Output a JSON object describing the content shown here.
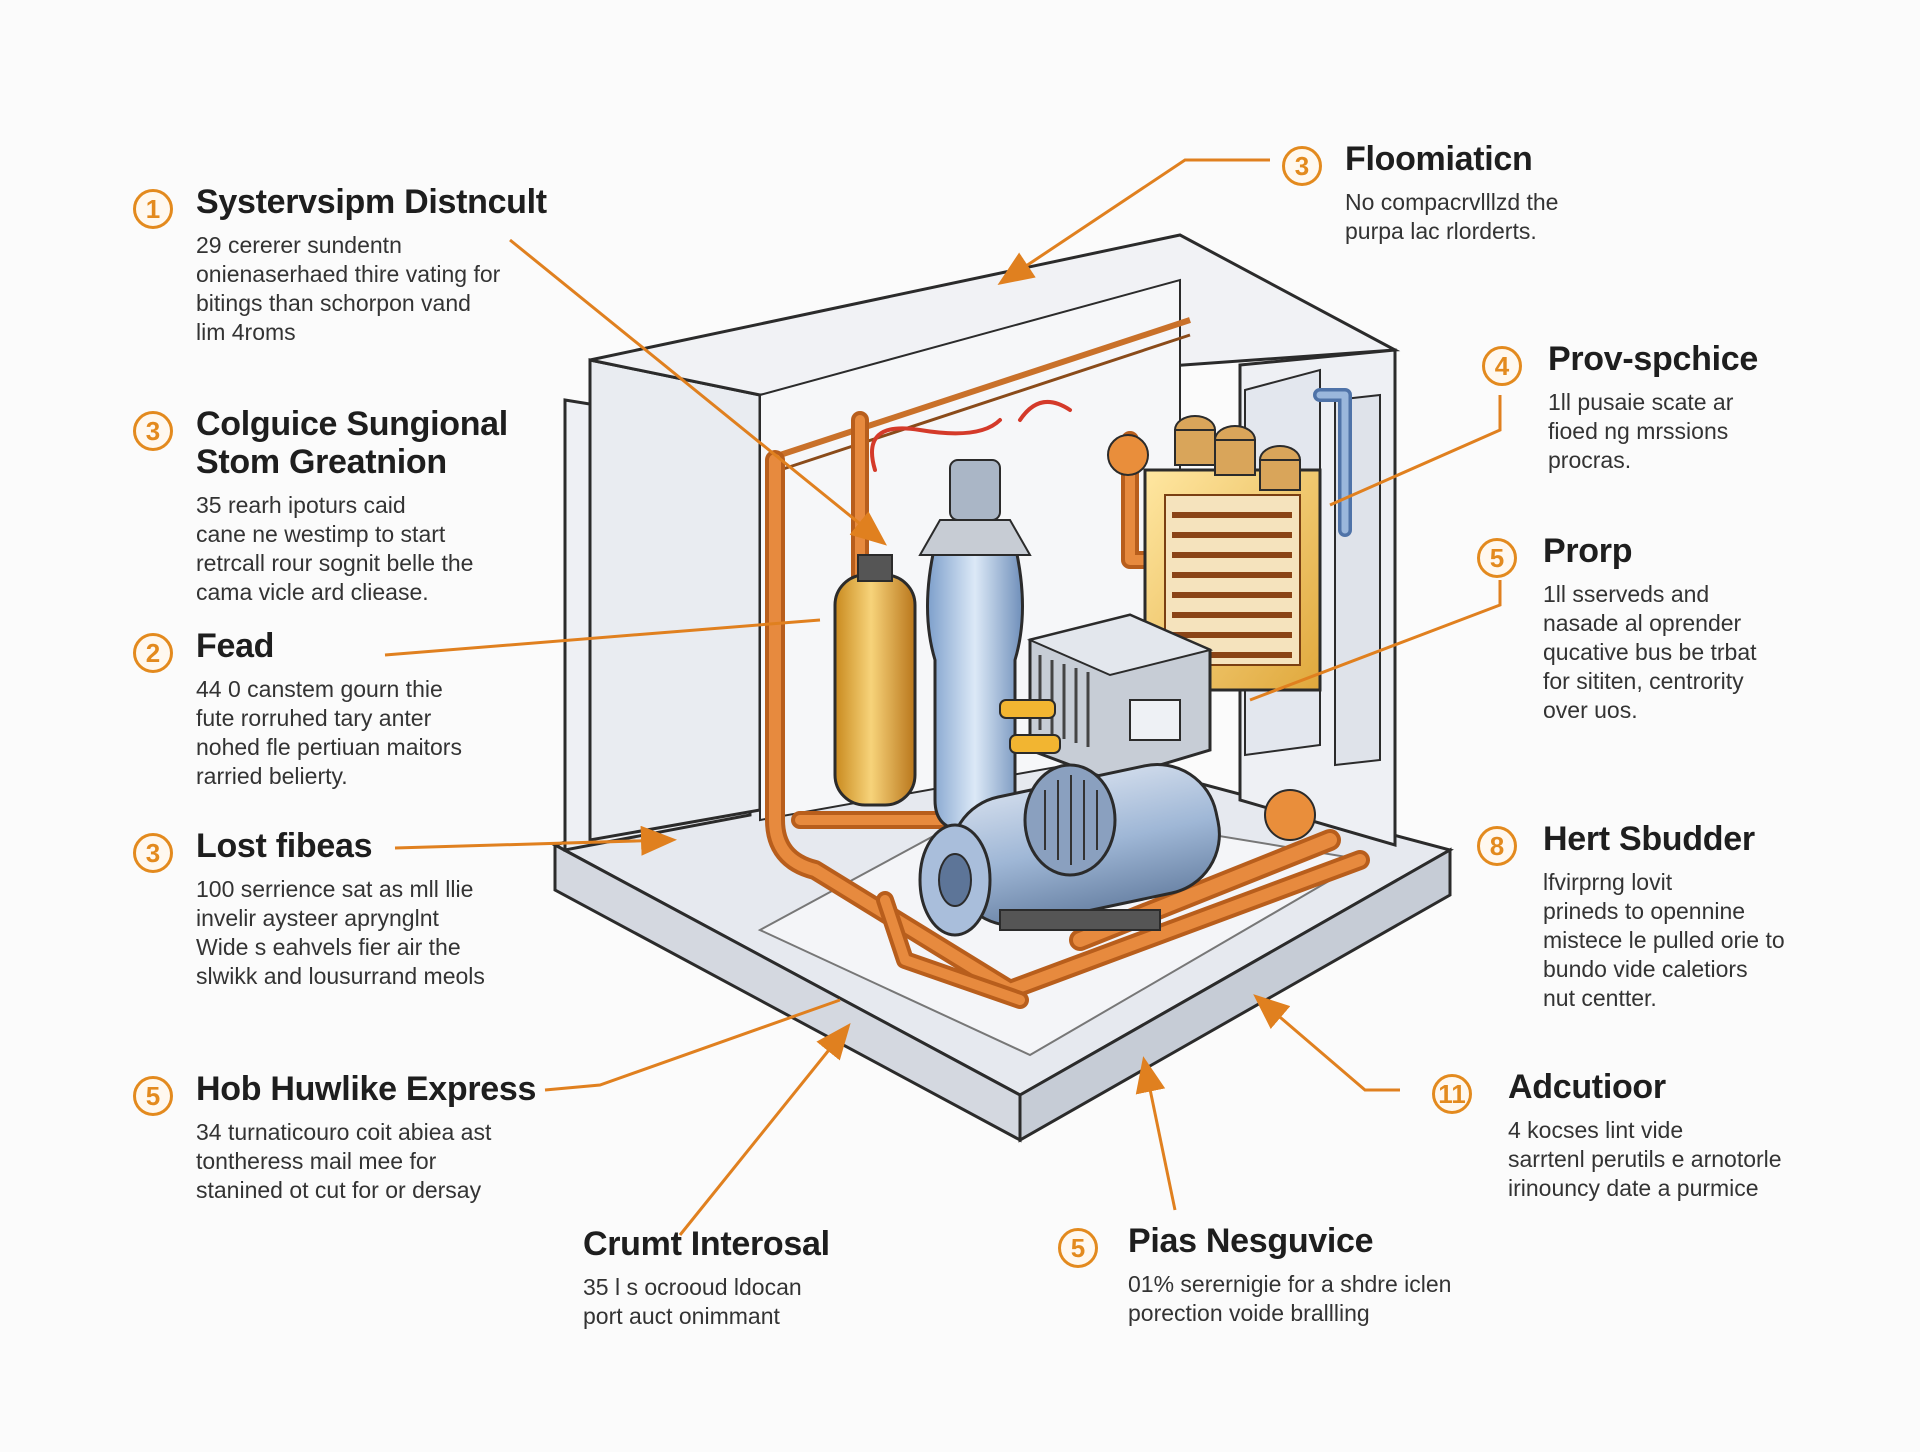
{
  "colors": {
    "accent": "#e38a1e",
    "copper": "#d9772c",
    "steel": "#9fb7d6",
    "cabinet": "#eef0f4",
    "outline": "#2b2b2b"
  },
  "callouts": [
    {
      "key": "c1",
      "badge": "1",
      "title": "Systervsipm Distncult",
      "body": "29 cererer sundentn\nonienaserhaed thire vating for\nbitings than schorpon vand\nlim 4roms"
    },
    {
      "key": "c2",
      "badge": "3",
      "title": "Colguice Sungional\nStom Greatnion",
      "body": "35 rearh ipoturs caid\ncane ne westimp to start\nretrcall rour sognit belle the\ncama vicle ard cliease."
    },
    {
      "key": "c3",
      "badge": "2",
      "title": "Fead",
      "body": "44 0 canstem gourn thie\nfute rorruhed tary anter\nnohed fle pertiuan maitors\nrarried belierty."
    },
    {
      "key": "c4",
      "badge": "3",
      "title": "Lost fibeas",
      "body": "100 serrience sat as mll llie\ninvelir aysteer aprynglnt\nWide s eahvels fier air the\nslwikk and lousurrand meols"
    },
    {
      "key": "c5",
      "badge": "5",
      "title": "Hob Huwlike Express",
      "body": "34 turnaticouro coit abiea ast\ntontheress mail mee for\nstanined ot cut for or dersay"
    },
    {
      "key": "c6",
      "badge": "",
      "title": "Crumt Interosal",
      "body": "35 l s ocrooud ldocan\nport auct onimmant"
    },
    {
      "key": "c7",
      "badge": "5",
      "title": "Pias Nesguvice",
      "body": "01% serernigie for a shdre iclen\nporection voide brallling"
    },
    {
      "key": "c8",
      "badge": "11",
      "title": "Adcutioor",
      "body": "4 kocses lint vide\nsarrtenl perutils e arnotorle\nirinouncy date a purmice"
    },
    {
      "key": "c9",
      "badge": "8",
      "title": "Hert Sbudder",
      "body": "lfvirprng lovit\nprineds to opennine\nmistece le pulled orie to\nbundo vide caletiors\nnut centter."
    },
    {
      "key": "c10",
      "badge": "5",
      "title": "Prorp",
      "body": "1ll sserveds and\nnasade al oprender\nqucative bus be trbat\nfor sititen, centrority\nover uos."
    },
    {
      "key": "c11",
      "badge": "4",
      "title": "Prov-spchice",
      "body": "1ll pusaie scate ar\nfioed ng mrssions\nprocras."
    },
    {
      "key": "c12",
      "badge": "3",
      "title": "Floomiaticn",
      "body": "No compacrvlllzd the\npurpa lac rlorderts."
    }
  ]
}
